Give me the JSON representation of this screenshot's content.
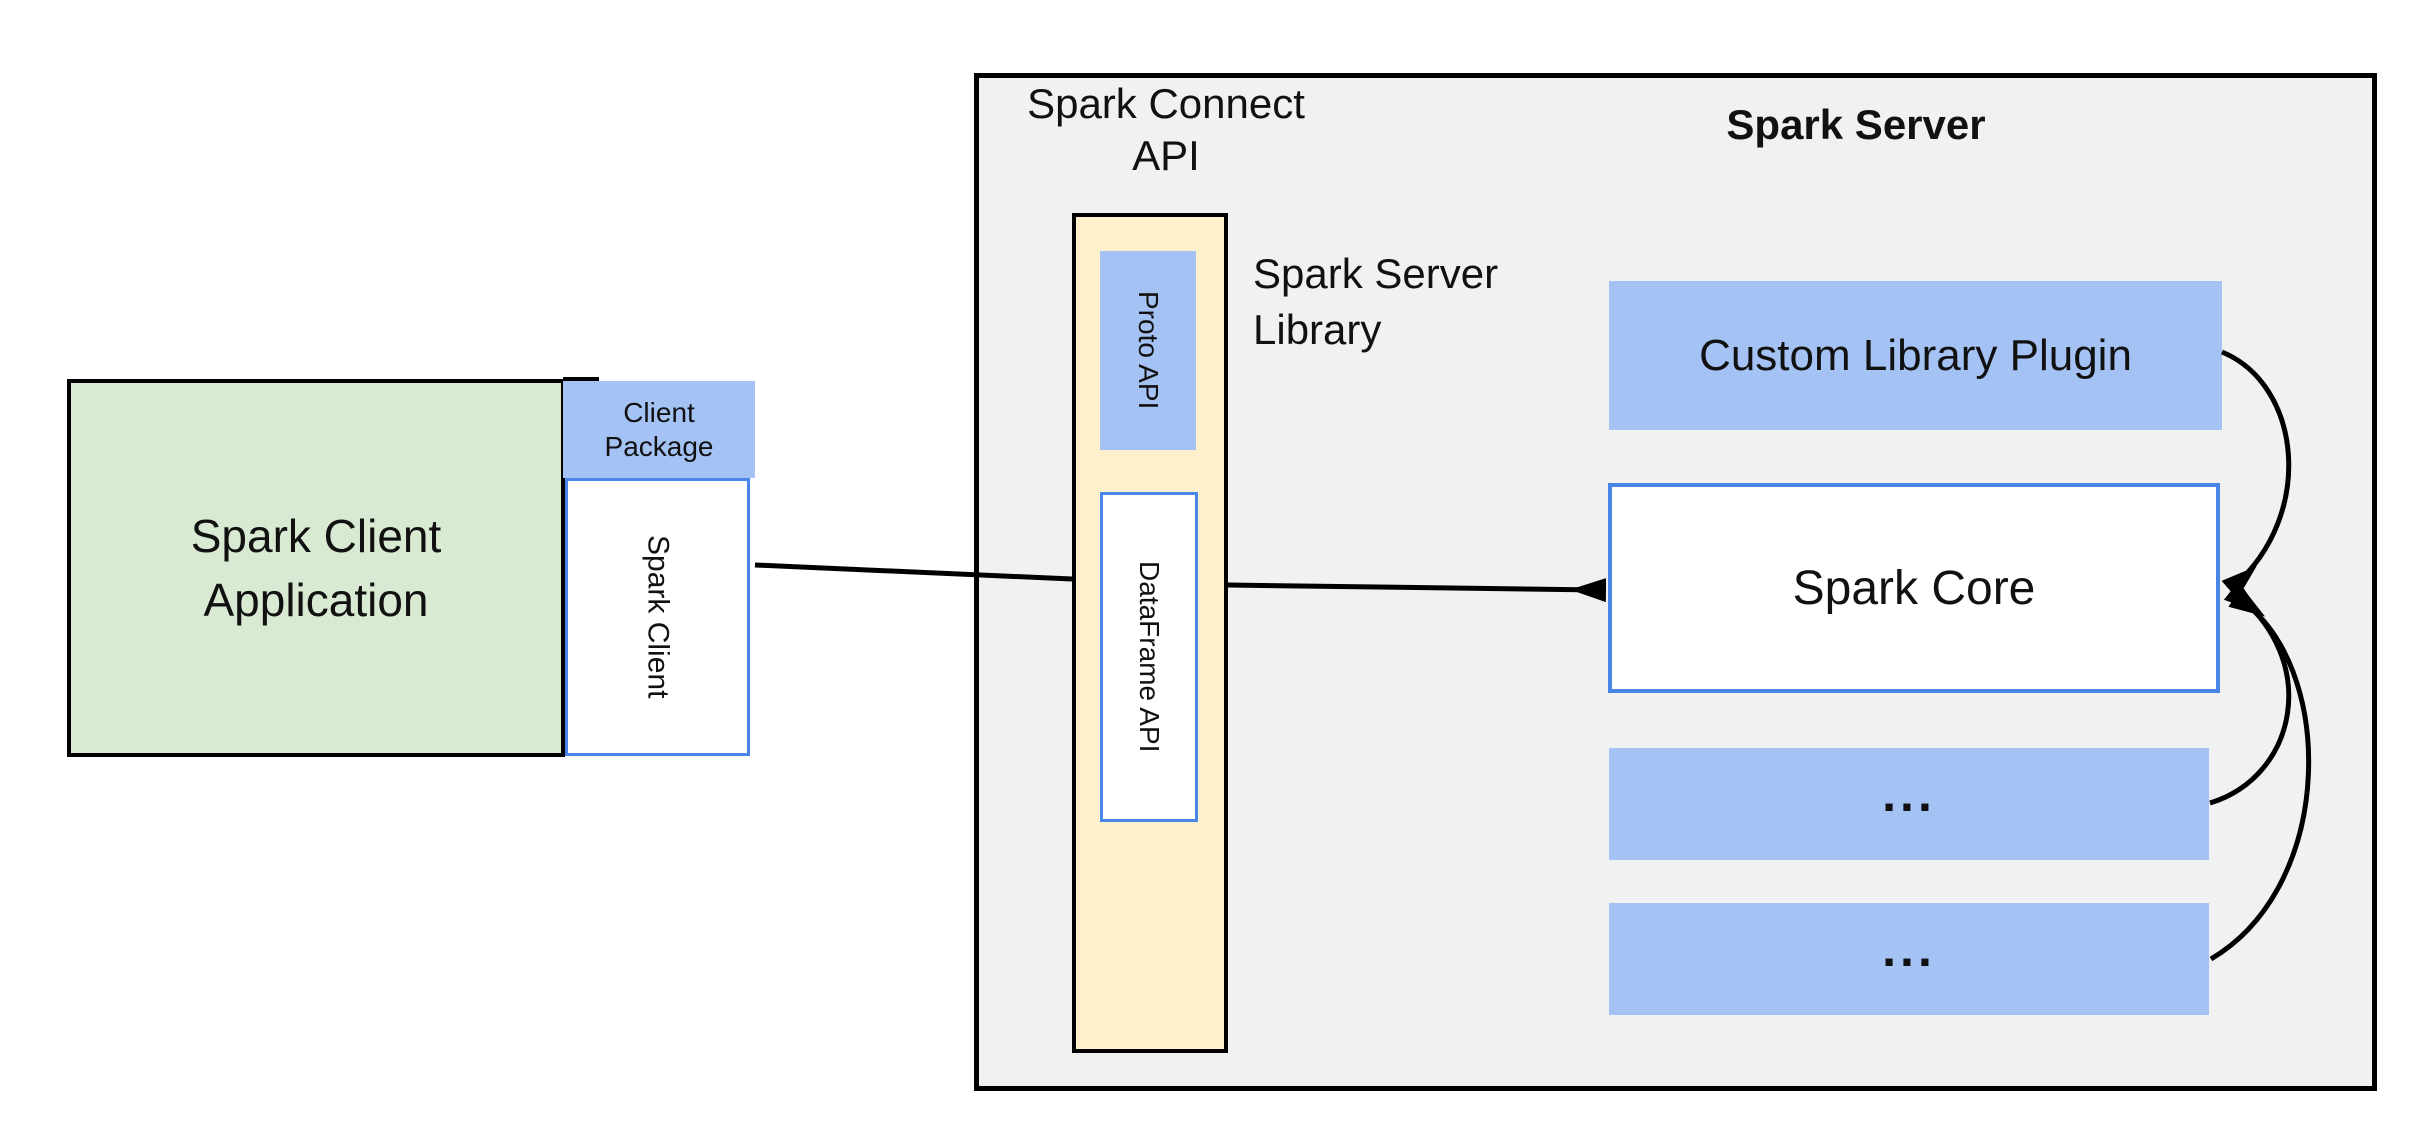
{
  "colors": {
    "box_blue": "#a4c2f4",
    "border_blue": "#4a86e8",
    "green_fill": "#d9ead3",
    "yellow_fill": "#fdf0cb",
    "panel_gray": "#f1f1f1",
    "line_black": "#000000"
  },
  "client_app": {
    "label_line1": "Spark Client",
    "label_line2": "Application"
  },
  "client_package": {
    "label_line1": "Client",
    "label_line2": "Package"
  },
  "spark_client": {
    "label": "Spark Client"
  },
  "connect_api": {
    "title_line1": "Spark Connect",
    "title_line2": "API",
    "proto_api": {
      "label": "Proto API"
    },
    "dataframe_api": {
      "label": "DataFrame API"
    },
    "server_library": {
      "label_line1": "Spark Server",
      "label_line2": "Library"
    }
  },
  "spark_server": {
    "title": "Spark Server",
    "custom_plugin": {
      "label": "Custom Library Plugin"
    },
    "spark_core": {
      "label": "Spark Core"
    },
    "plugin_slot_1": {
      "label": "..."
    },
    "plugin_slot_2": {
      "label": "..."
    }
  }
}
